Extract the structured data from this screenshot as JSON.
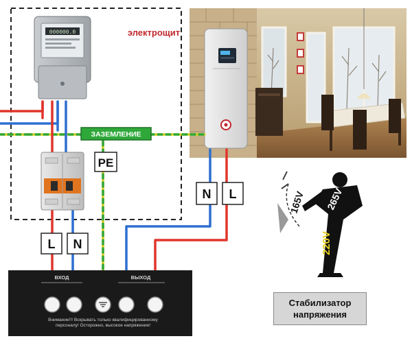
{
  "panel": {
    "label": "электрощит"
  },
  "meter": {
    "display": "000000.0"
  },
  "ground_bar": {
    "label": "ЗАЗЕМЛЕНИЕ"
  },
  "pe_tag": {
    "label": "PE"
  },
  "input_tags": {
    "l": "L",
    "n": "N"
  },
  "output_tags": {
    "n": "N",
    "l": "L"
  },
  "stabilizer": {
    "input_label": "ВХОД",
    "output_label": "ВЫХОД",
    "warning": "Внимание!!! Вскрывать только квалифицированному персоналу! Осторожно, высокое напряжение!",
    "caption_line1": "Стабилизатор",
    "caption_line2": "напряжения"
  },
  "gauge": {
    "low": "165V",
    "high": "265V",
    "nominal": "220V"
  },
  "colors": {
    "phase": "#e0352b",
    "neutral": "#2d6fd0",
    "ground_yellow": "#e8d21e",
    "ground_green": "#2fa83a",
    "panel_border": "#222222",
    "label_red": "#c0272d"
  }
}
